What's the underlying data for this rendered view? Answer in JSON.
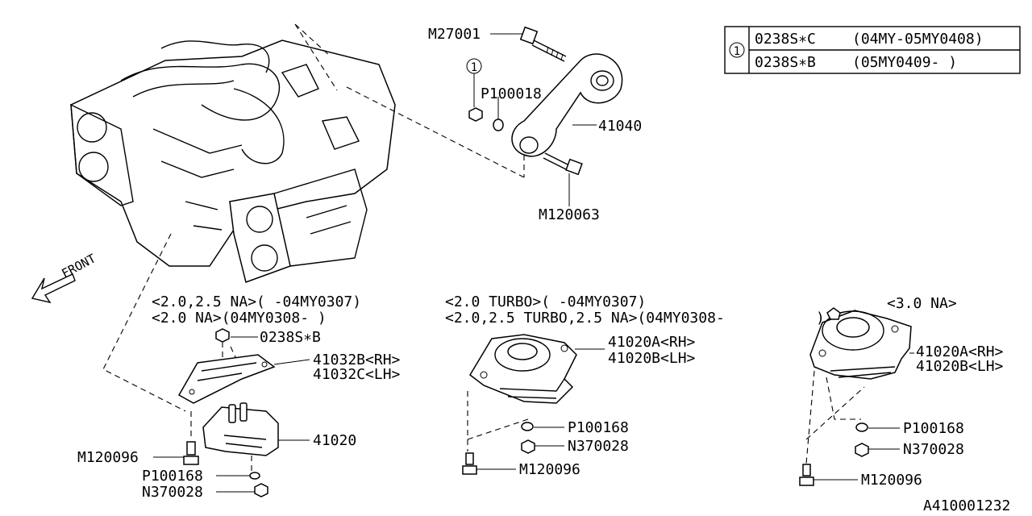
{
  "table": {
    "ref_symbol": "1",
    "rows": [
      {
        "code": "0238S∗C",
        "range": "(04MY-05MY0408)"
      },
      {
        "code": "0238S∗B",
        "range": "(05MY0409-      )"
      }
    ]
  },
  "front_label": "FRONT",
  "top_assembly": {
    "bolt_upper": "M27001",
    "nut_ref": "1",
    "washer": "P100018",
    "rod": "41040",
    "bolt_lower": "M120063"
  },
  "left_group": {
    "header_line1": "<2.0,2.5 NA>(        -04MY0307)",
    "header_line2": "<2.0 NA>(04MY0308-        )",
    "nut": "0238S∗B",
    "bracket_rh": "41032B<RH>",
    "bracket_lh": "41032C<LH>",
    "mount": "41020",
    "bolt": "M120096",
    "washer": "P100168",
    "nut_lower": "N370028"
  },
  "middle_group": {
    "header_line1": "<2.0 TURBO>(        -04MY0307)",
    "header_line2": "<2.0,2.5 TURBO,2.5 NA>(04MY0308-",
    "mount_rh": "41020A<RH>",
    "mount_lh": "41020B<LH>",
    "washer": "P100168",
    "nut": "N370028",
    "bolt": "M120096"
  },
  "right_group": {
    "header_line1": "<3.0 NA>",
    "header_line2": ")",
    "mount_rh": "41020A<RH>",
    "mount_lh": "41020B<LH>",
    "washer": "P100168",
    "nut": "N370028",
    "bolt": "M120096"
  },
  "diagram_id": "A410001232"
}
